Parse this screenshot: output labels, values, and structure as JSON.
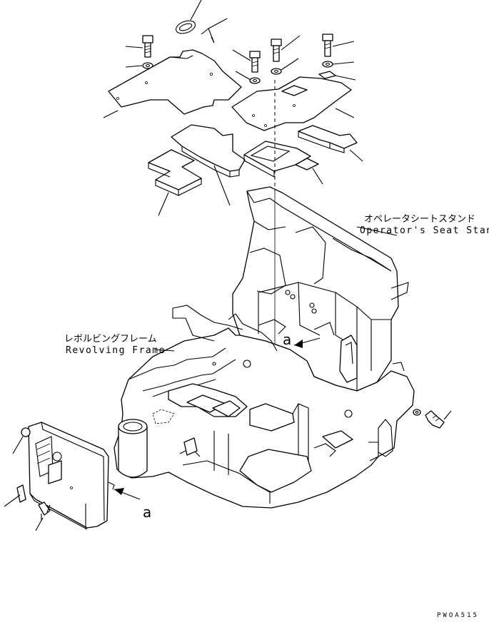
{
  "labels": {
    "seat_stand_jp": "オペレータシートスタンド",
    "seat_stand_en": "Operator's Seat Stand",
    "frame_jp": "レボルビングフレーム",
    "frame_en": "Revolving Frame"
  },
  "view_ref": {
    "arrow_ref_upper": "a",
    "arrow_ref_lower": "a"
  },
  "drawing_code": "PWOA515"
}
